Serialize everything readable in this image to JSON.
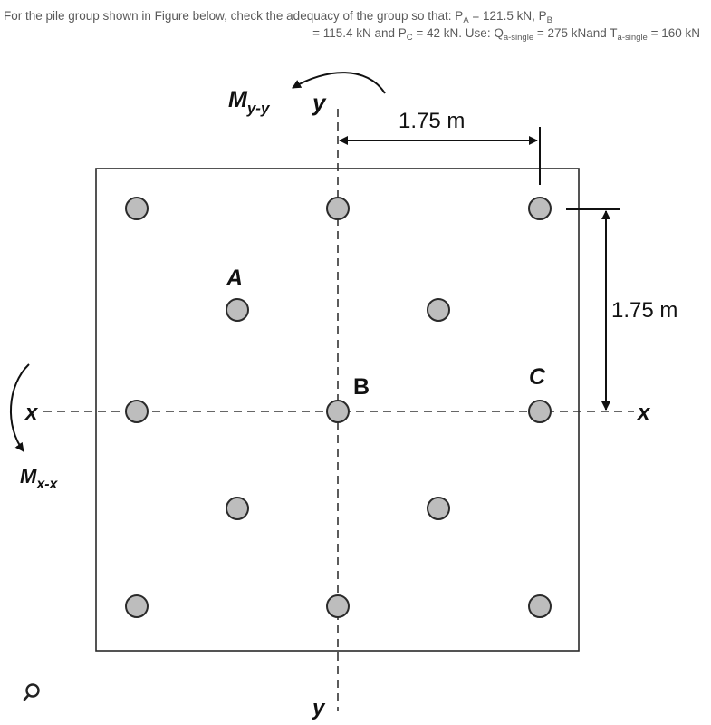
{
  "problem": {
    "line1_prefix": "For the pile group shown in Figure below, check the adequacy of the group so that: P",
    "PA_sub": "A",
    "PA_value": " = 121.5 kN, P",
    "PB_sub": "B",
    "line2_PB_value": "= 115.4 kN and P",
    "PC_sub": "C",
    "PC_value": " = 42 kN. Use: Q",
    "Q_sub": "a-single",
    "Q_value": " = 275 kNand T",
    "T_sub": "a-single",
    "T_value": " = 160 kN"
  },
  "figure": {
    "moment_yy_main": "M",
    "moment_yy_sub": "y-y",
    "moment_xx_main": "M",
    "moment_xx_sub": "x-x",
    "axis_y_top": "y",
    "axis_y_bottom": "y",
    "axis_x_left": "x",
    "axis_x_right": "x",
    "dim_horizontal": "1.75 m",
    "dim_vertical": "1.75 m",
    "pile_label_a": "A",
    "pile_label_b": "B",
    "pile_label_c": "C"
  },
  "colors": {
    "pile_fill": "#bdbdbd",
    "line": "#2a2a2a",
    "text": "#5a5a5a"
  },
  "icons": {
    "zoom": "magnifier-icon"
  }
}
